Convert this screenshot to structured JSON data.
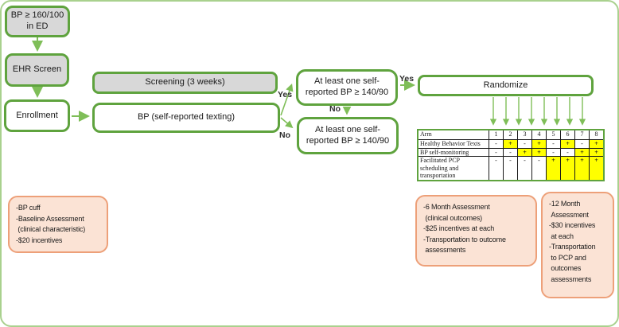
{
  "colors": {
    "box_border_green": "#5fa33e",
    "arrow_green": "#7fbe58",
    "page_border_green": "#a9d18e",
    "gray_fill": "#d8d8d8",
    "note_border_orange": "#eda079",
    "note_fill_peach": "#fbe3d5",
    "highlight_yellow": "#ffff00"
  },
  "diagram": {
    "nodes": {
      "bp_ed": "BP ≥ 160/100\nin ED",
      "ehr_screen": "EHR Screen",
      "enrollment": "Enrollment",
      "screening": "Screening (3 weeks)",
      "bp_texting": "BP (self-reported texting)",
      "self_report_yes": "At least one self-\nreported BP ≥ 140/90",
      "self_report_no": "At least one self-\nreported BP ≥ 140/90",
      "randomize": "Randomize"
    },
    "edge_labels": {
      "yes_from_texting": "Yes",
      "no_from_texting": "No",
      "no_between_selfreports": "No",
      "yes_to_randomize": "Yes"
    }
  },
  "table": {
    "header_label": "Arm",
    "arms": [
      "1",
      "2",
      "3",
      "4",
      "5",
      "6",
      "7",
      "8"
    ],
    "rows": [
      {
        "label": "Healthy Behavior Texts",
        "values": [
          "-",
          "+",
          "-",
          "+",
          "-",
          "+",
          "-",
          "+"
        ]
      },
      {
        "label": "BP self-monitoring",
        "values": [
          "-",
          "-",
          "+",
          "+",
          "-",
          "-",
          "+",
          "+"
        ]
      },
      {
        "label": "Facilitated PCP scheduling and transportation",
        "values": [
          "-",
          "-",
          "-",
          "-",
          "+",
          "+",
          "+",
          "+"
        ]
      }
    ]
  },
  "notes": {
    "baseline": "-BP cuff\n-Baseline Assessment\n (clinical characteristic)\n-$20 incentives",
    "six_month": "-6 Month Assessment\n (clinical outcomes)\n-$25 incentives at each\n-Transportation to outcome\n assessments",
    "twelve_month": "-12 Month\n Assessment\n-$30 incentives\n at each\n-Transportation\n to PCP and\n outcomes\n assessments"
  }
}
